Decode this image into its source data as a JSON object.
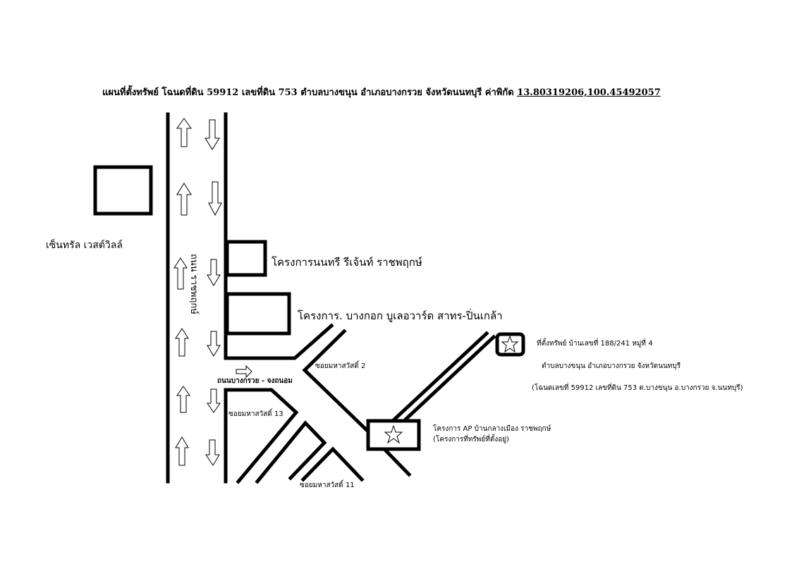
{
  "title": {
    "text": "แผนที่ตั้งทรัพย์ โฉนดที่ดิน 59912 เลขที่ดิน 753 ตำบลบางขนุน อำเภอบางกรวย จังหวัดนนทบุรี   ค่าพิกัด",
    "coordinates": "13.80319206,100.45492057"
  },
  "landmarks": {
    "central_westville": "เซ็นทรัล เวสต์วิลล์",
    "nonthree_regent": "โครงการนนทรี รีเจ้นท์ ราชพฤกษ์",
    "bangkok_boulevard": "โครงการ. บางกอก บูเลอวาร์ด  สาทร-ปิ่นเกล้า",
    "ap_project_line1": "โครงการ AP บ้านกลางเมือง ราชพฤกษ์",
    "ap_project_line2": "(โครงการที่ทรัพย์ที่ตั้งอยู่)"
  },
  "roads": {
    "ratchaphruek": "ถนน ราชพฤกษ์",
    "bangkruai_chongthanom": "ถนนบางกรวย - จงถนอม",
    "soi_2": "ซอยมหาสวัสดิ์ 2",
    "soi_13": "ซอยมหาสวัสดิ์ 13",
    "soi_11": "ซอยมหาสวัสดิ์ 11"
  },
  "property": {
    "line1": "ที่ตั้งทรัพย์ บ้านเลขที่ 188/241 หมู่ที่ 4",
    "line2": "ตำบลบางขนุน อำเภอบางกรวย จังหวัดนนทบุรี",
    "line3": "(โฉนดเลขที่ 59912 เลขที่ดิน 753 ต.บางขนุน อ.บางกรวย จ.นนทบุรี)"
  }
}
